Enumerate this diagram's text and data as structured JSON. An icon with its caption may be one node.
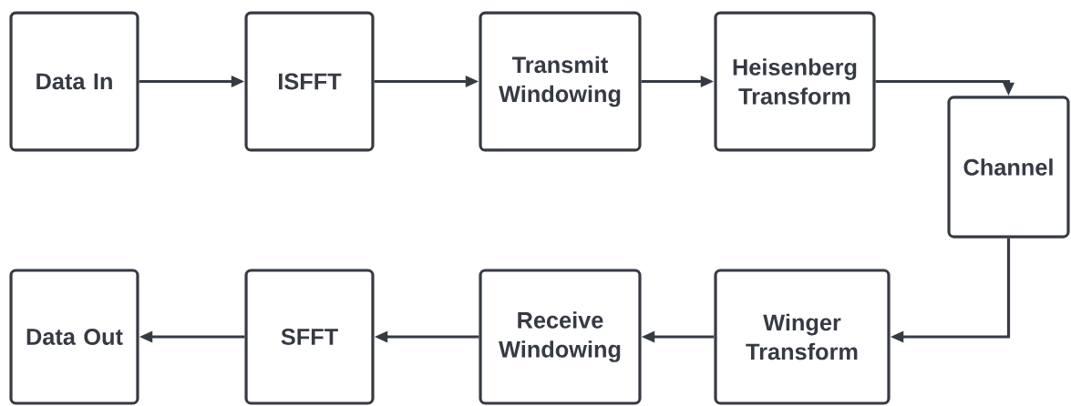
{
  "diagram": {
    "nodes": [
      {
        "text": [
          "Data In"
        ]
      },
      {
        "text": [
          "ISFFT"
        ]
      },
      {
        "text": [
          "Transmit Windowing"
        ]
      },
      {
        "text": [
          "Heisenberg Transform"
        ]
      },
      {
        "text": [
          "Channel"
        ]
      },
      {
        "text": [
          "Data Out"
        ]
      },
      {
        "text": [
          "SFFT"
        ]
      },
      {
        "text": [
          "Receive Windowing"
        ]
      },
      {
        "text": [
          "Winger Transform"
        ]
      }
    ],
    "edges": [
      {
        "from": 0,
        "to": 1,
        "arrow": "to"
      },
      {
        "from": 1,
        "to": 2,
        "arrow": "to"
      },
      {
        "from": 2,
        "to": 3,
        "arrow": "to"
      },
      {
        "from": 3,
        "to": 4,
        "arrow": "to"
      },
      {
        "from": 4,
        "to": 8,
        "arrow": "to"
      },
      {
        "from": 8,
        "to": 7,
        "arrow": "to"
      },
      {
        "from": 7,
        "to": 6,
        "arrow": "to"
      },
      {
        "from": 6,
        "to": 5,
        "arrow": "to"
      }
    ]
  }
}
